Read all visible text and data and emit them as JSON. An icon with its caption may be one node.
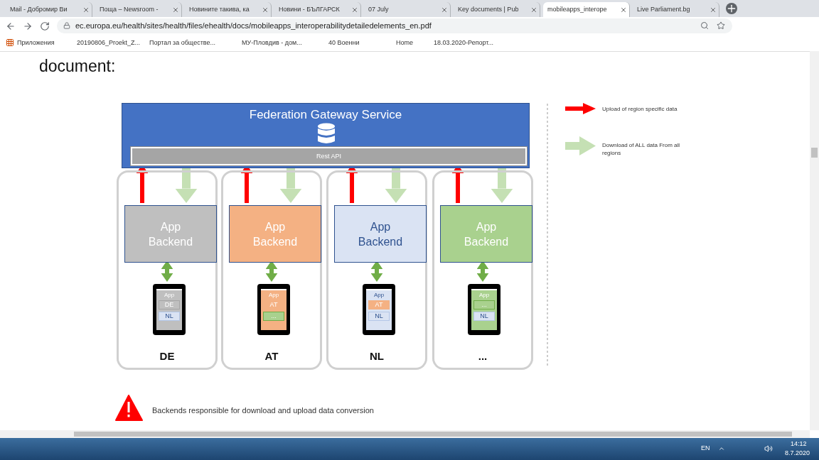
{
  "diagram": {
    "nodes": [
      {
        "text": [
          "Federation Gateway Service"
        ]
      },
      {
        "text": [
          "Rest API"
        ],
        "in": 0
      },
      {
        "text": [
          "DE"
        ]
      },
      {
        "text": [
          "AT"
        ]
      },
      {
        "text": [
          "NL"
        ]
      },
      {
        "text": [
          "..."
        ]
      },
      {
        "text": [
          "App Backend"
        ],
        "in": 2
      },
      {
        "text": [
          "App Backend"
        ],
        "in": 3
      },
      {
        "text": [
          "App Backend"
        ],
        "in": 4
      },
      {
        "text": [
          "App Backend"
        ],
        "in": 5
      },
      {
        "text": [
          "App",
          "DE",
          "NL"
        ],
        "in": 2
      },
      {
        "text": [
          "App",
          "AT",
          "..."
        ],
        "in": 3
      },
      {
        "text": [
          "App",
          "AT",
          "NL"
        ],
        "in": 4
      },
      {
        "text": [
          "App",
          "...",
          "NL"
        ],
        "in": 5
      }
    ],
    "edges": [
      {
        "from": 6,
        "to": 1,
        "arrow": "to",
        "color": "#ff0000"
      },
      {
        "from": 1,
        "to": 6,
        "arrow": "to",
        "style": "thick",
        "color": "#c5e0b4"
      },
      {
        "from": 6,
        "to": 10,
        "arrow": "both",
        "color": "#70ad47"
      },
      {
        "from": 7,
        "to": 1,
        "arrow": "to",
        "color": "#ff0000"
      },
      {
        "from": 1,
        "to": 7,
        "arrow": "to",
        "style": "thick",
        "color": "#c5e0b4"
      },
      {
        "from": 7,
        "to": 11,
        "arrow": "both",
        "color": "#70ad47"
      },
      {
        "from": 8,
        "to": 1,
        "arrow": "to",
        "color": "#ff0000"
      },
      {
        "from": 1,
        "to": 8,
        "arrow": "to",
        "style": "thick",
        "color": "#c5e0b4"
      },
      {
        "from": 8,
        "to": 12,
        "arrow": "both",
        "color": "#70ad47"
      },
      {
        "from": 9,
        "to": 1,
        "arrow": "to",
        "color": "#ff0000"
      },
      {
        "from": 1,
        "to": 9,
        "arrow": "to",
        "style": "thick",
        "color": "#c5e0b4"
      },
      {
        "from": 9,
        "to": 13,
        "arrow": "both",
        "color": "#70ad47"
      }
    ],
    "labels": [
      "Mail - Добромир Ви",
      "Поща – Newsroom -",
      "Новините такива, ка",
      "Новини - БЪЛГАРСК",
      "07 July",
      "Key documents | Pub",
      "mobileapps_interope",
      "Live Parliament.bg",
      "ec.europa.eu/health/sites/health/files/ehealth/docs/mobileapps_interoperabilitydetailedelements_en.pdf",
      "Приложения",
      "20190806_Proekt_Z...",
      "Портал за обществе...",
      "МУ-Пловдив - дом...",
      "40 Военни",
      "Home",
      "18.03.2020-Репорт...",
      "document:",
      "Backends responsible for download and upload data conversion",
      "EN",
      "14:12",
      "8.7.2020"
    ],
    "legend": [
      {
        "text": "Upload of region specific data"
      },
      {
        "text": "Download of ALL data From all regions"
      }
    ]
  }
}
